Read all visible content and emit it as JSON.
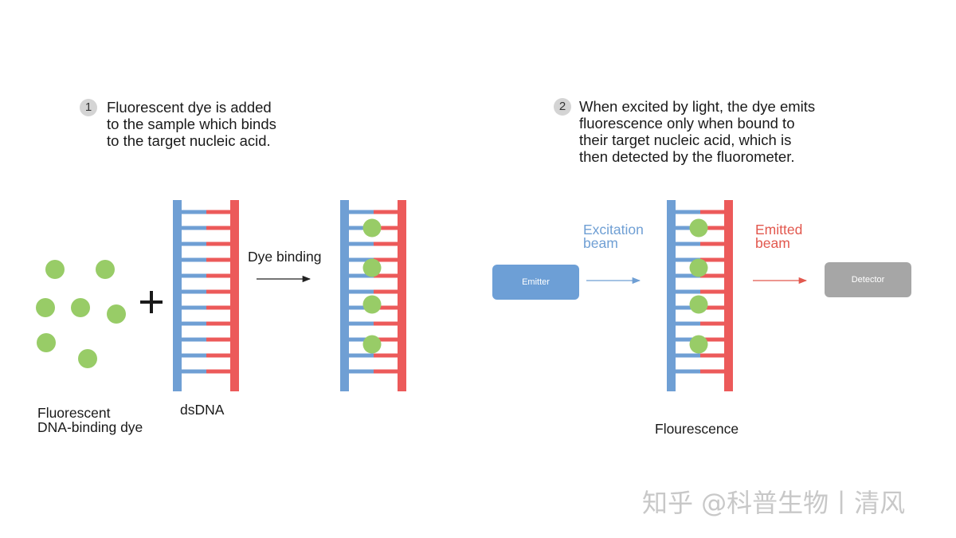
{
  "step1": {
    "number": "1",
    "lines": [
      "Fluorescent dye is added",
      "to the sample which binds",
      "to the target nucleic acid."
    ]
  },
  "step2": {
    "number": "2",
    "lines": [
      "When excited by light, the dye emits",
      "fluorescence only when bound to",
      "their target nucleic acid, which is",
      "then detected by the fluorometer."
    ]
  },
  "labels": {
    "dye_line1": "Fluorescent",
    "dye_line2": "DNA-binding dye",
    "dsdna": "dsDNA",
    "dye_binding": "Dye binding",
    "flourescence": "Flourescence"
  },
  "emitter": "Emitter",
  "detector": "Detector",
  "excitation": [
    "Excitation",
    "beam"
  ],
  "emitted": [
    "Emitted",
    "beam"
  ],
  "watermark": "知乎 @科普生物丨清风",
  "colors": {
    "strand_blue": "#6f9fd4",
    "strand_red": "#ec5a5a",
    "dye_green": "#98cc67",
    "emitter_box": "#6d9fd6",
    "detector_box": "#a6a6a6",
    "excitation_text": "#6f9fd4",
    "emitted_text": "#e2584e",
    "badge_grey": "#d4d4d4"
  },
  "icons": {
    "plus": "plus-sign",
    "arrow": "right-arrow"
  }
}
